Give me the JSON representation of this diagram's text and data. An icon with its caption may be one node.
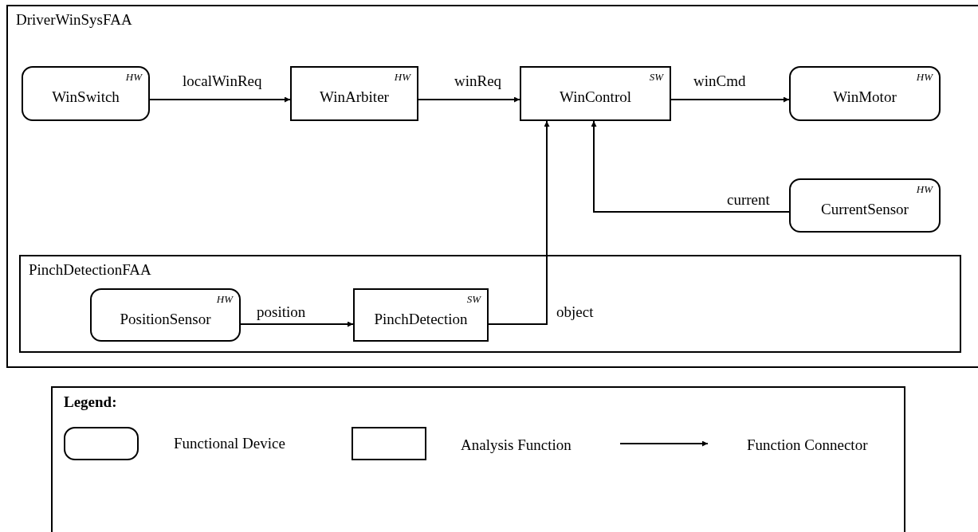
{
  "diagram": {
    "nodes": [
      {
        "text": [
          "DriverWinSysFAA"
        ]
      },
      {
        "text": [
          "HW",
          "WinSwitch"
        ],
        "in": 0
      },
      {
        "text": [
          "HW",
          "WinArbiter"
        ],
        "in": 0
      },
      {
        "text": [
          "SW",
          "WinControl"
        ],
        "in": 0
      },
      {
        "text": [
          "HW",
          "WinMotor"
        ],
        "in": 0
      },
      {
        "text": [
          "HW",
          "CurrentSensor"
        ],
        "in": 0
      },
      {
        "text": [
          "PinchDetectionFAA"
        ],
        "in": 0
      },
      {
        "text": [
          "HW",
          "PositionSensor"
        ],
        "in": 6
      },
      {
        "text": [
          "SW",
          "PinchDetection"
        ],
        "in": 6
      }
    ],
    "edges": [
      {
        "from": 1,
        "to": 2,
        "arrow": "to",
        "label": "localWinReq"
      },
      {
        "from": 2,
        "to": 3,
        "arrow": "to",
        "label": "winReq"
      },
      {
        "from": 3,
        "to": 4,
        "arrow": "to",
        "label": "winCmd"
      },
      {
        "from": 5,
        "to": 3,
        "arrow": "to",
        "label": "current"
      },
      {
        "from": 7,
        "to": 8,
        "arrow": "to",
        "label": "position"
      },
      {
        "from": 8,
        "to": 3,
        "arrow": "to",
        "label": "object"
      }
    ],
    "labels": [
      "Legend:"
    ],
    "legend": [
      {
        "text": "Functional Device"
      },
      {
        "text": "Analysis Function"
      },
      {
        "text": "Function Connector"
      }
    ]
  }
}
